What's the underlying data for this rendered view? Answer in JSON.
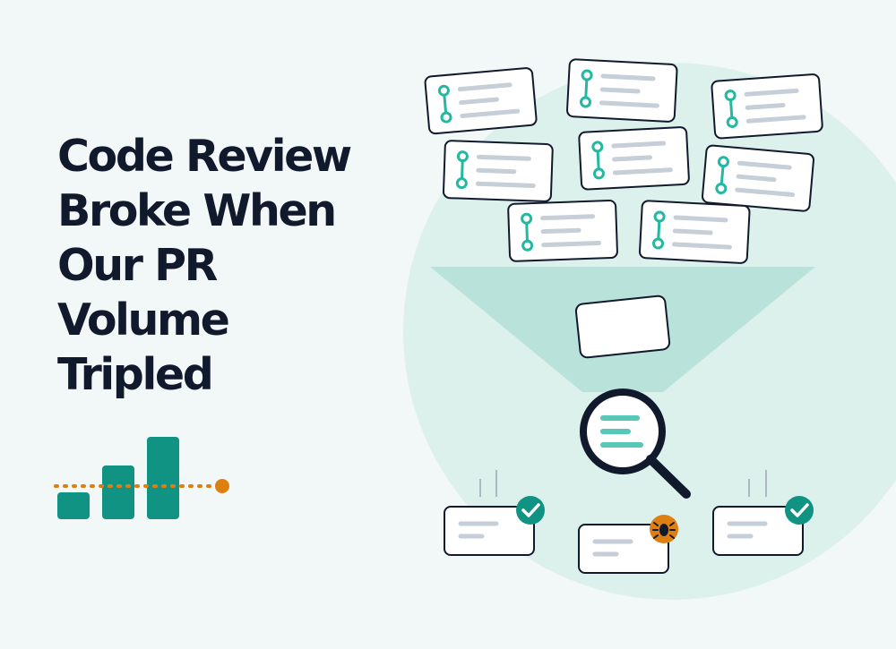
{
  "hero": {
    "title_lines": [
      "Code Review",
      "Broke When",
      "Our PR",
      "Volume",
      "Tripled"
    ]
  },
  "colors": {
    "background": "#f2f7f7",
    "circle": "#ddf1ec",
    "funnel": "#b9e2da",
    "text": "#111a2c",
    "teal": "#109383",
    "teal_light": "#23b8a1",
    "orange": "#de7f12",
    "line_gray": "#c6ced8",
    "outline": "#111a2c"
  },
  "icons": {
    "pr": "git-branch-icon",
    "search": "magnifying-glass-icon",
    "approved": "check-badge-icon",
    "bug": "bug-badge-icon"
  }
}
